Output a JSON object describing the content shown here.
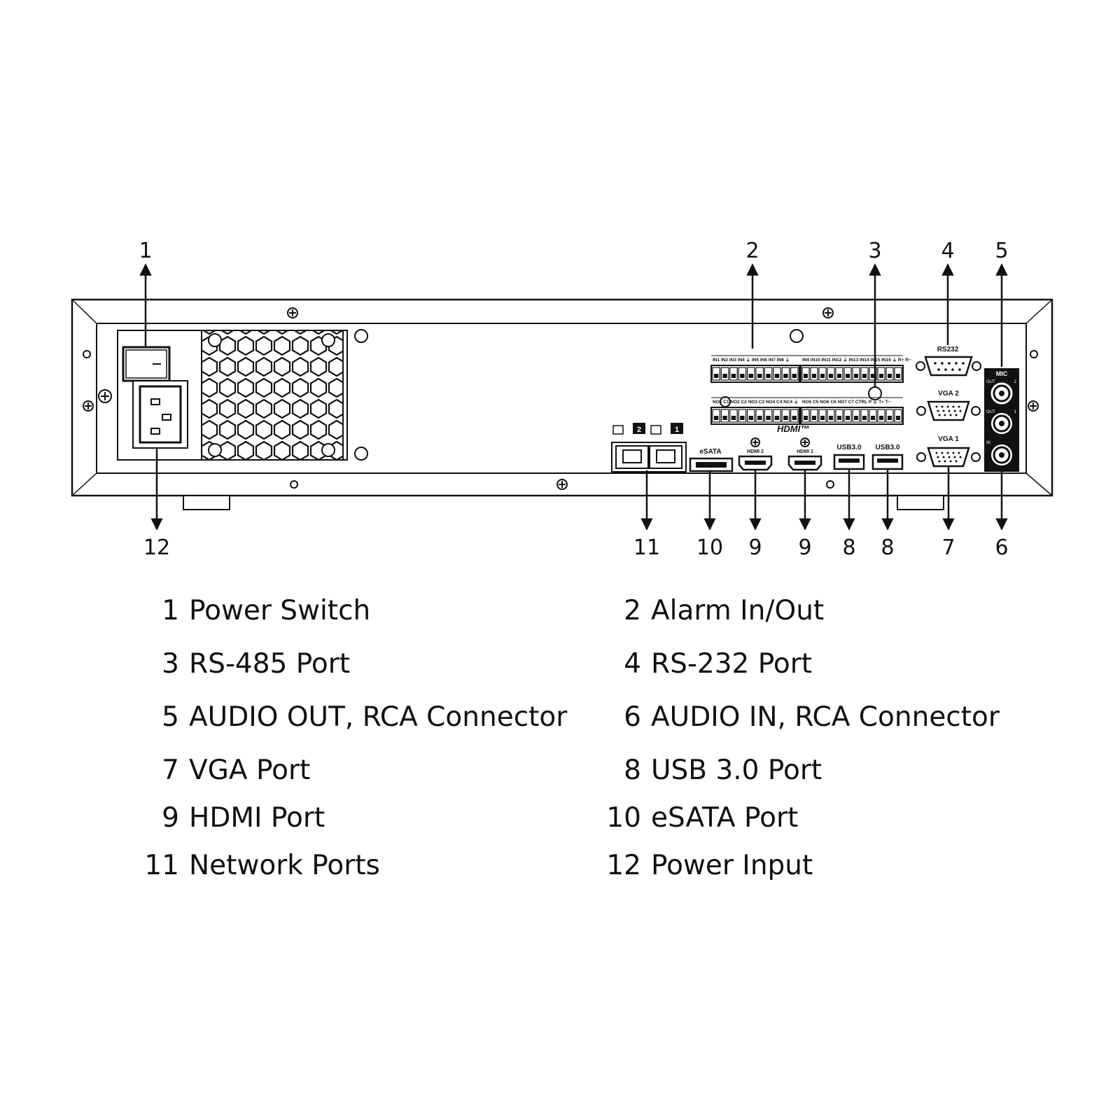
{
  "callouts": {
    "c1": "1",
    "c2": "2",
    "c3": "3",
    "c4": "4",
    "c5": "5",
    "c6": "6",
    "c7": "7",
    "c8a": "8",
    "c8b": "8",
    "c9a": "9",
    "c9b": "9",
    "c10": "10",
    "c11": "11",
    "c12": "12"
  },
  "panel_labels": {
    "rs232": "RS232",
    "vga2": "VGA 2",
    "vga1": "VGA 1",
    "mic": "MIC",
    "out2": "OUT",
    "out2_num": "2",
    "out1": "OUT",
    "out1_num": "1",
    "in": "IN",
    "esata": "eSATA",
    "usb_a": "USB3.0",
    "usb_b": "USB3.0",
    "hdmi_logo": "HDMI™",
    "hdmi2": "HDMI 2",
    "hdmi1": "HDMI 1",
    "lan2": "2",
    "lan1": "1",
    "alarm_in_row_a": "IN1 IN2 IN3 IN4 ⏚ IN5 IN6 IN7 IN8 ⏚",
    "alarm_in_row_b": "IN9 IN10 IN11 IN12 ⏚ IN13 IN14 IN15 IN16 ⏚ R+ R−",
    "alarm_out_row_a": "NO1 C1 NO2 C2 NO3 C3 NO4 C4 NC4 ⏚",
    "alarm_out_row_b": "NO5 C5 NO6 C6 NO7 C7 CTRL P ⏚ T+ T−"
  },
  "legend": [
    {
      "num": "1",
      "text": "Power Switch"
    },
    {
      "num": "2",
      "text": "Alarm In/Out"
    },
    {
      "num": "3",
      "text": "RS-485 Port"
    },
    {
      "num": "4",
      "text": "RS-232 Port"
    },
    {
      "num": "5",
      "text": "AUDIO OUT, RCA Connector"
    },
    {
      "num": "6",
      "text": "AUDIO IN, RCA Connector"
    },
    {
      "num": "7",
      "text": "VGA Port"
    },
    {
      "num": "8",
      "text": "USB 3.0 Port"
    },
    {
      "num": "9",
      "text": "HDMI Port"
    },
    {
      "num": "10",
      "text": "eSATA Port"
    },
    {
      "num": "11",
      "text": "Network Ports"
    },
    {
      "num": "12",
      "text": "Power Input"
    }
  ]
}
